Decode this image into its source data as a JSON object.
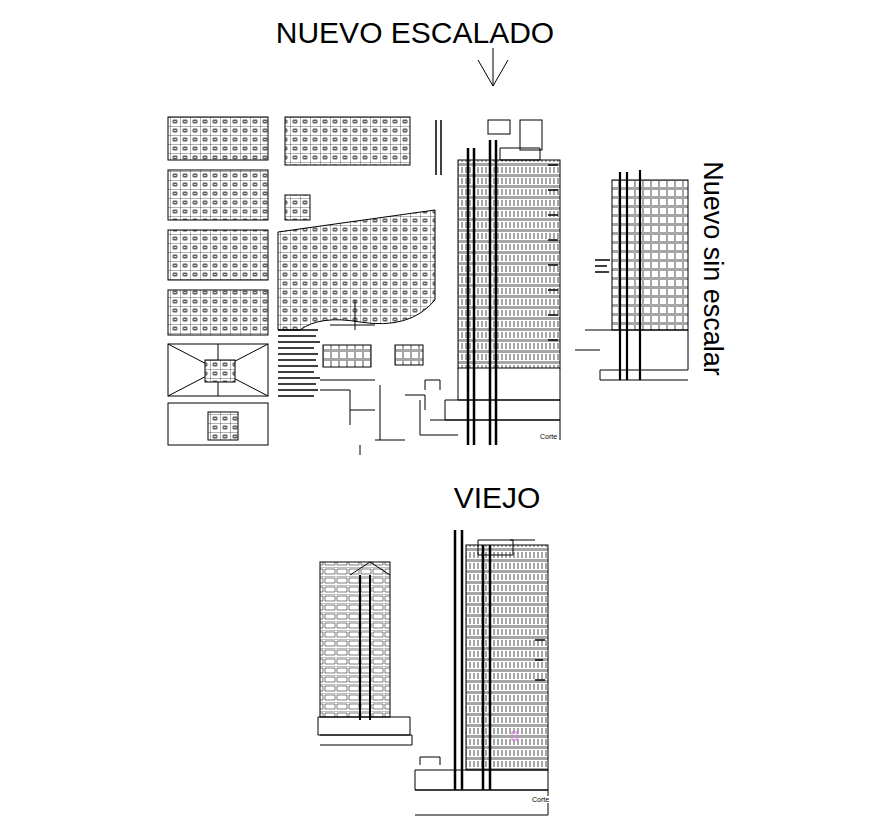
{
  "diagram": {
    "labels": [
      "NUEVO ESCALADO",
      "Nuevo sin escalar",
      "VIEJO",
      "Corte",
      "Corte"
    ]
  }
}
